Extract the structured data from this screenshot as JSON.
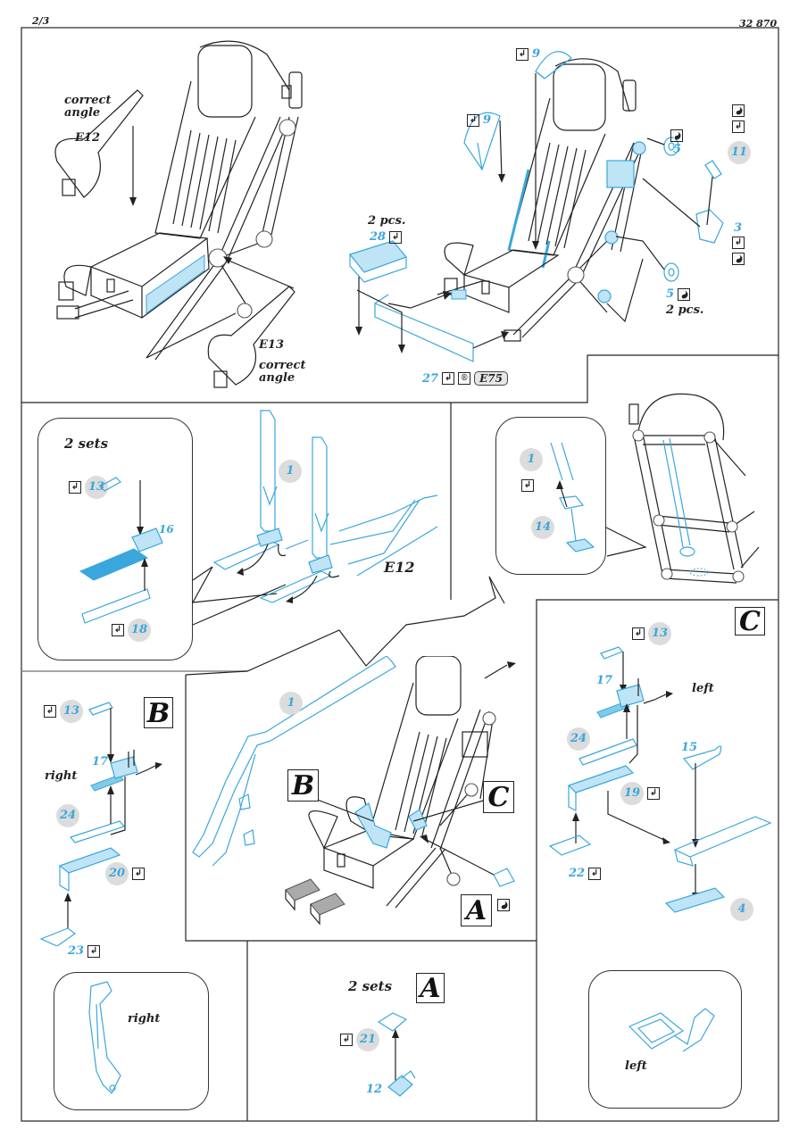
{
  "header": {
    "page_number": "2/3",
    "product_code": "32 870"
  },
  "accent_colors": {
    "part_blue": "#3aa7dc",
    "part_circle_bg": "#dcdcdc",
    "line_black": "#222222"
  },
  "icons": {
    "bend": "bend-arrow-icon",
    "yin_yang": "yin-yang-icon",
    "registered": "registered-icon"
  },
  "panels": {
    "top_left": {
      "label_e12_angle_1": "correct",
      "label_e12_angle_2": "angle",
      "label_e12": "E12",
      "label_e13": "E13",
      "label_e13_angle_1": "correct",
      "label_e13_angle_2": "angle"
    },
    "top_right": {
      "part_9_top": "9",
      "part_9_left": "9",
      "part_28": "28",
      "part_28_qty": "2 pcs.",
      "part_5_top": "5",
      "part_5_bottom": "5",
      "part_5_qty": "2 pcs.",
      "part_11": "11",
      "part_3": "3",
      "part_27": "27",
      "ref_e75": "E75"
    },
    "middle_left": {
      "sets": "2 sets",
      "part_13": "13",
      "part_16": "16",
      "part_18": "18",
      "part_1": "1",
      "label_e12": "E12"
    },
    "middle_right": {
      "part_1": "1",
      "part_14": "14"
    },
    "left_b": {
      "letter": "B",
      "part_13": "13",
      "part_17": "17",
      "side": "right",
      "part_24": "24",
      "part_20": "20",
      "part_23": "23",
      "callout_side": "right"
    },
    "center": {
      "part_1": "1",
      "letter_b": "B",
      "letter_c": "C",
      "letter_a": "A"
    },
    "bottom_center_a": {
      "sets": "2 sets",
      "letter": "A",
      "part_21": "21",
      "part_12": "12"
    },
    "right_c": {
      "letter": "C",
      "part_13": "13",
      "part_17": "17",
      "side": "left",
      "part_24": "24",
      "part_15": "15",
      "part_19": "19",
      "part_22": "22",
      "part_4": "4",
      "callout_side": "left"
    }
  }
}
